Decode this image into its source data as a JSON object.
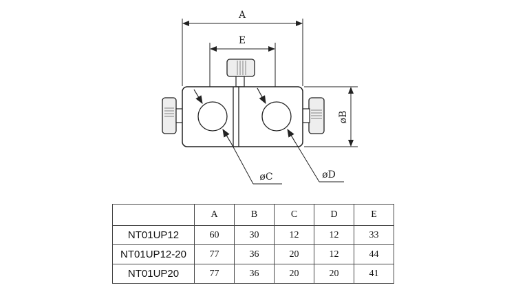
{
  "drawing": {
    "labels": {
      "dim_a": "A",
      "dim_e": "E",
      "dim_b": "øB",
      "dim_c": "øC",
      "dim_d": "øD"
    },
    "colors": {
      "line": "#222222",
      "knob_fill": "#e8e8e8",
      "body_fill": "#ffffff"
    }
  },
  "table": {
    "columns": [
      "A",
      "B",
      "C",
      "D",
      "E"
    ],
    "rows": [
      {
        "model": "NT01UP12",
        "values": [
          "60",
          "30",
          "12",
          "12",
          "33"
        ]
      },
      {
        "model": "NT01UP12-20",
        "values": [
          "77",
          "36",
          "20",
          "12",
          "44"
        ]
      },
      {
        "model": "NT01UP20",
        "values": [
          "77",
          "36",
          "20",
          "20",
          "41"
        ]
      }
    ]
  }
}
